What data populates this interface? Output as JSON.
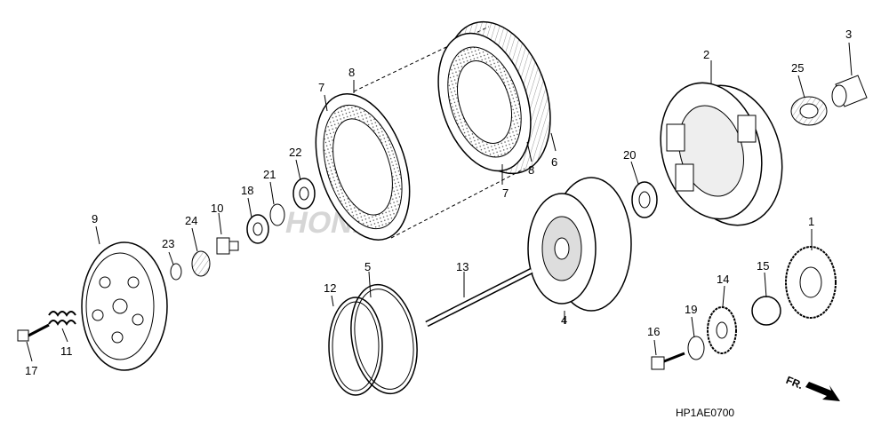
{
  "diagram": {
    "code": "HP1AE0700",
    "direction_label": "FR.",
    "watermark": "HONDA",
    "callouts": [
      "1",
      "2",
      "3",
      "4",
      "5",
      "6",
      "7",
      "7",
      "8",
      "8",
      "9",
      "10",
      "11",
      "12",
      "13",
      "14",
      "15",
      "16",
      "17",
      "18",
      "19",
      "20",
      "21",
      "22",
      "23",
      "24",
      "25"
    ]
  },
  "colors": {
    "line": "#000000",
    "fill": "#ffffff",
    "shade": "#bbbbbb",
    "watermark": "#d0d0d0"
  }
}
